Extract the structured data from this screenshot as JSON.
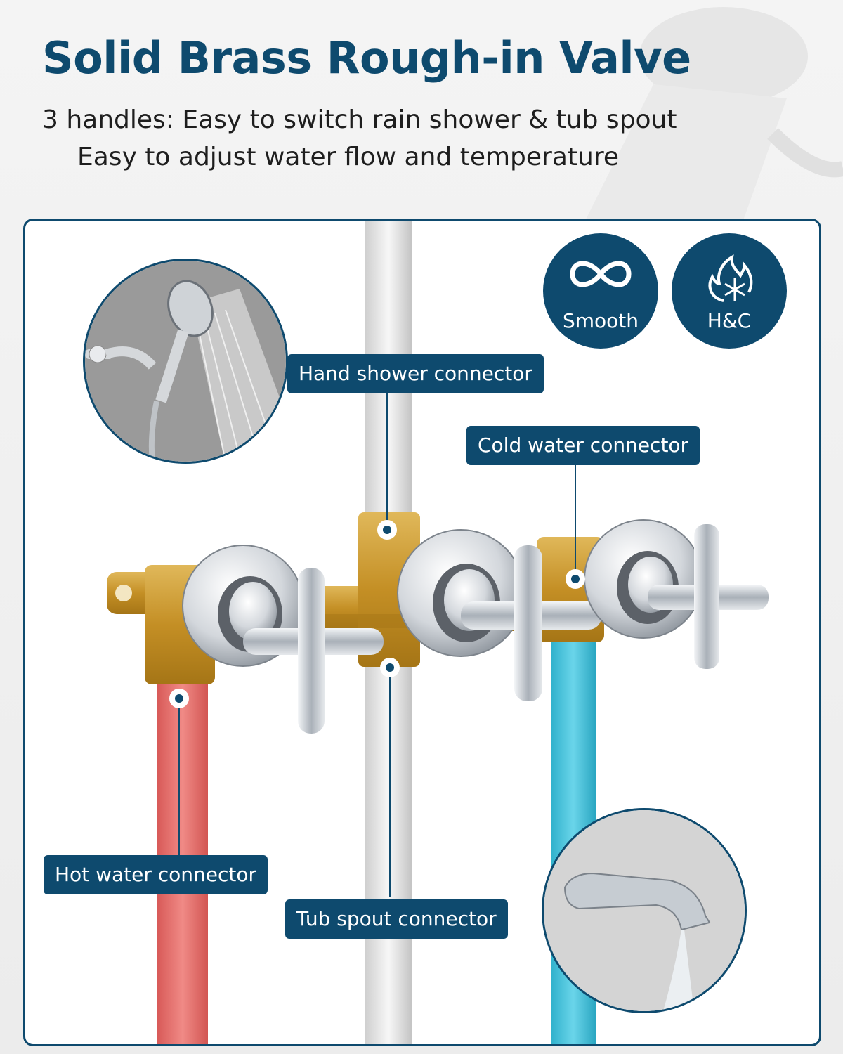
{
  "header": {
    "title": "Solid Brass Rough-in Valve",
    "subtitle_line1": "3 handles: Easy to switch rain shower & tub spout",
    "subtitle_line2": "Easy to adjust water flow and temperature"
  },
  "badges": [
    {
      "icon": "infinity-icon",
      "label": "Smooth"
    },
    {
      "icon": "flame-snowflake-icon",
      "label": "H&C"
    }
  ],
  "callouts": {
    "hand_shower": "Hand shower connector",
    "cold_water": "Cold water connector",
    "hot_water": "Hot water connector",
    "tub_spout": "Tub spout connector"
  },
  "colors": {
    "brand_navy": "#0e4a6e",
    "hot_pipe": "#e8716e",
    "cold_pipe": "#4cc3da",
    "brass": "#c9992f",
    "chrome": "#d9dde2"
  }
}
